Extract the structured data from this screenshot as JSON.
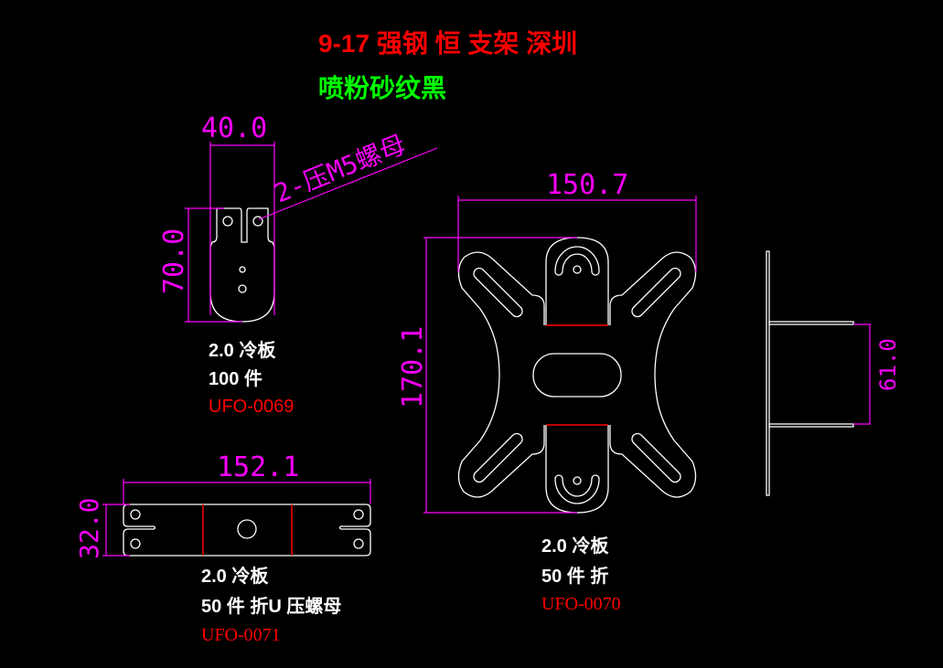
{
  "title": "9-17 强钢 恒 支架 深圳",
  "finish": "喷粉砂纹黑",
  "colors": {
    "title": "#ff0000",
    "finish": "#00ff00",
    "dimension": "#ff00ff",
    "outline": "#ffffff",
    "part_code": "#ff0000"
  },
  "parts": [
    {
      "dims": {
        "width": "40.0",
        "height": "70.0"
      },
      "note": "2-压M5螺母",
      "material": "2.0 冷板",
      "quantity": "100 件",
      "code": "UFO-0069"
    },
    {
      "dims": {
        "width": "150.7",
        "height": "170.1",
        "side_gap": "61.0"
      },
      "material": "2.0 冷板",
      "quantity": "50 件 折",
      "code": "UFO-0070"
    },
    {
      "dims": {
        "width": "152.1",
        "height": "32.0"
      },
      "material": "2.0 冷板",
      "quantity": "50 件 折U 压螺母",
      "code": "UFO-0071"
    }
  ]
}
